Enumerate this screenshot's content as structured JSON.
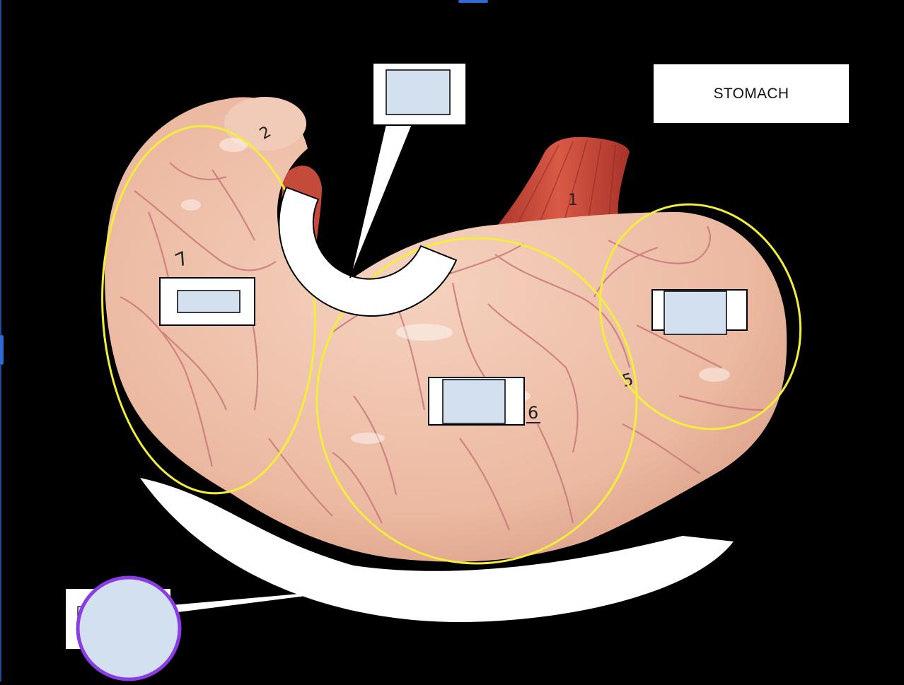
{
  "diagram": {
    "title": "STOMACH",
    "model_markings": [
      "1",
      "2",
      "7",
      "6",
      "5"
    ],
    "label_slots": [
      {
        "id": "top-callout-blank"
      },
      {
        "id": "left-region-blank"
      },
      {
        "id": "center-region-blank"
      },
      {
        "id": "right-region-blank"
      },
      {
        "id": "bottom-circle-blank"
      }
    ],
    "colors": {
      "background": "#000000",
      "outline": "#f2ee3a",
      "slot_fill": "#d3e0f0",
      "tissue": "#f0c3ad",
      "vessel": "#c9797a",
      "esophagus": "#c84a3a",
      "circle_border": "#8a3de6",
      "selection": "#2f6bd8"
    }
  }
}
